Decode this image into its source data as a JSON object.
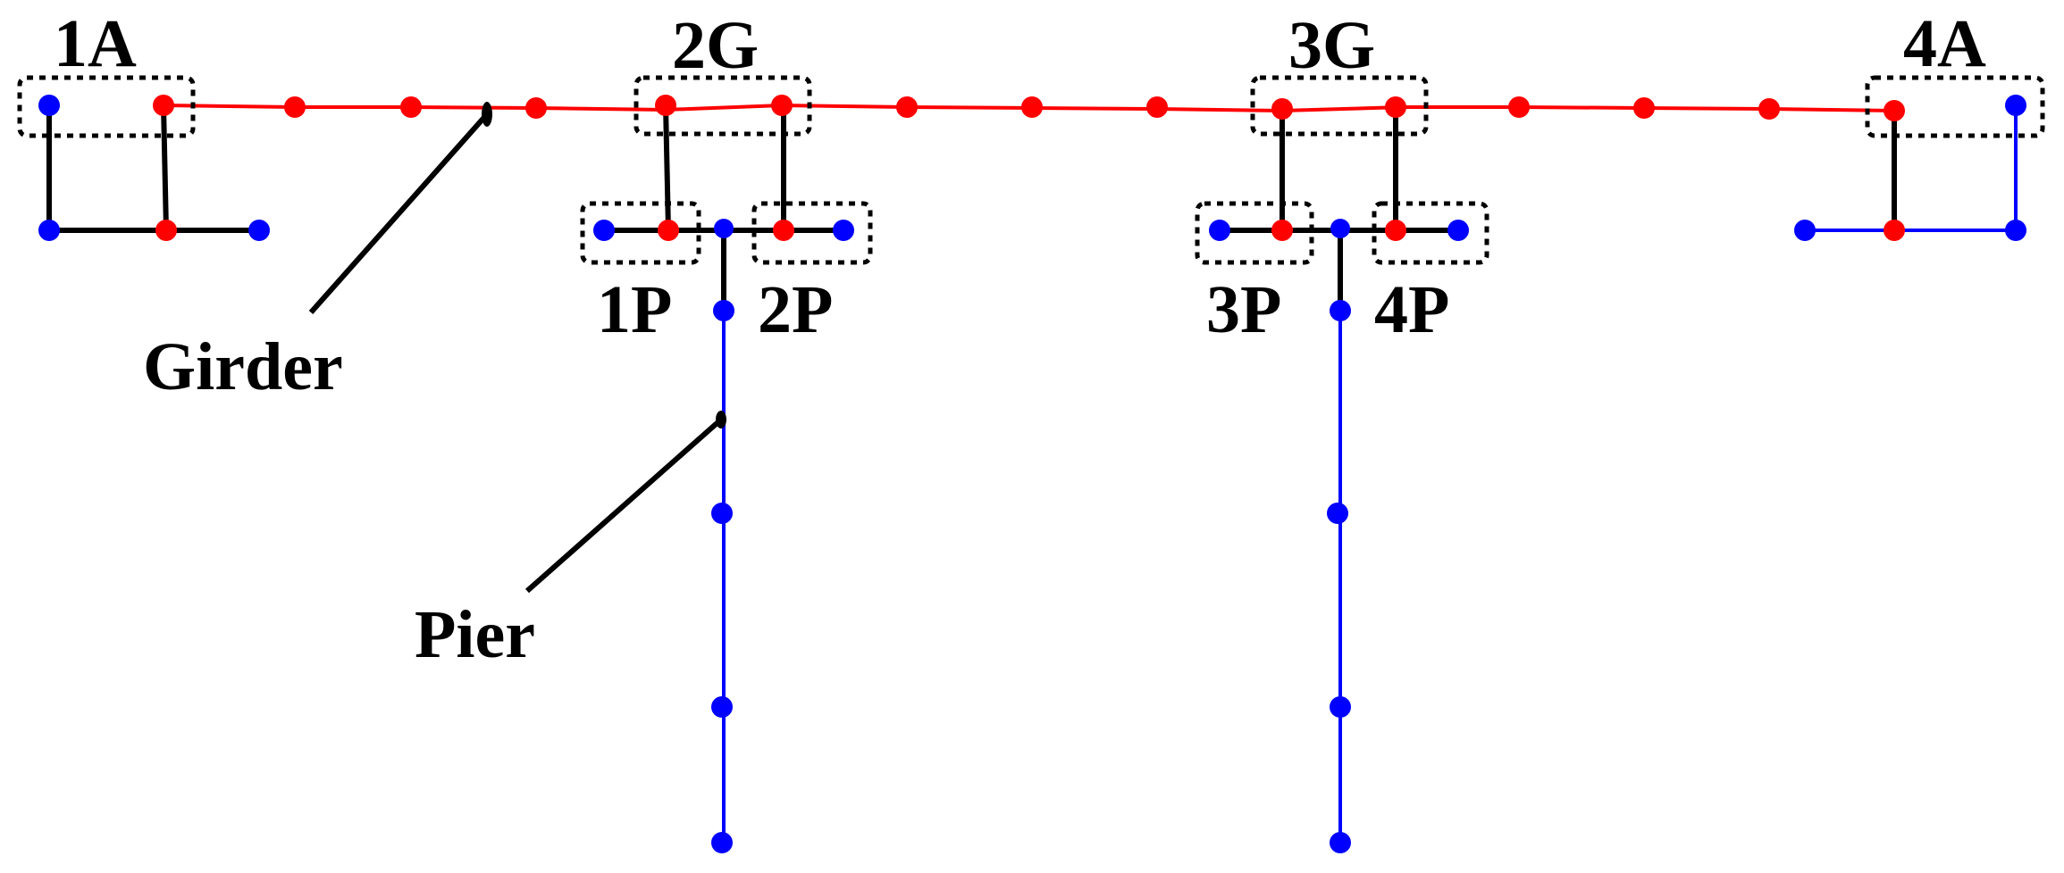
{
  "labels": {
    "n1A": "1A",
    "n2G": "2G",
    "n3G": "3G",
    "n4A": "4A",
    "n1P": "1P",
    "n2P": "2P",
    "n3P": "3P",
    "n4P": "4P",
    "girder": "Girder",
    "pier": "Pier"
  },
  "colors": {
    "girder_line": "#ff0000",
    "girder_node": "#ff0000",
    "pier_line": "#0000ff",
    "pier_node": "#0000ff",
    "rigid_link": "#000000",
    "box_border": "#000000",
    "background": "#ffffff"
  }
}
